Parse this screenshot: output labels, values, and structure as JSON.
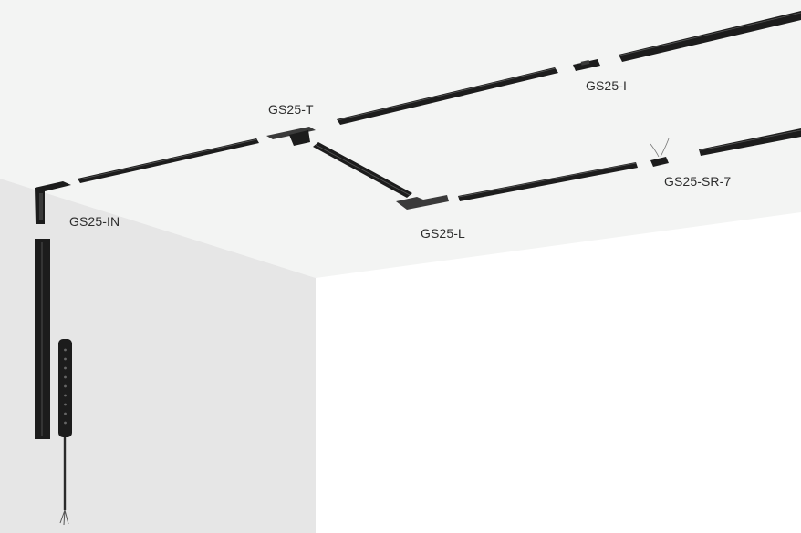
{
  "colors": {
    "ceiling": "#f3f4f3",
    "left_wall": "#e6e6e6",
    "back_wall": "#ffffff",
    "track": "#1c1c1c",
    "track_highlight": "#555555",
    "connector": "#3a3a3a",
    "label_text": "#2d2d2d"
  },
  "labels": {
    "gs25_in": "GS25-IN",
    "gs25_t": "GS25-T",
    "gs25_i": "GS25-I",
    "gs25_sr_7": "GS25-SR-7",
    "gs25_l": "GS25-L"
  }
}
